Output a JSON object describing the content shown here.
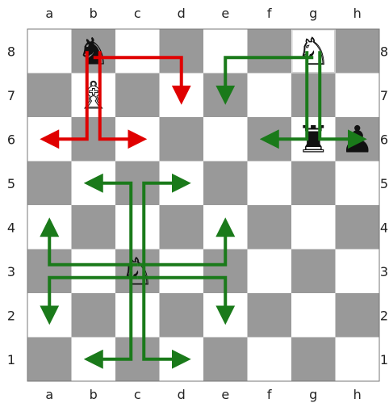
{
  "board": {
    "files": [
      "a",
      "b",
      "c",
      "d",
      "e",
      "f",
      "g",
      "h"
    ],
    "ranks": [
      "8",
      "7",
      "6",
      "5",
      "4",
      "3",
      "2",
      "1"
    ],
    "light_color": "#ffffff",
    "dark_color": "#999999",
    "pieces": [
      {
        "square": "b8",
        "color": "black",
        "type": "knight",
        "glyph": "♞",
        "name": "black-knight-b8"
      },
      {
        "square": "b7",
        "color": "white",
        "type": "bishop",
        "glyph": "♗",
        "name": "white-bishop-b7"
      },
      {
        "square": "g8",
        "color": "white",
        "type": "knight",
        "glyph": "♘",
        "name": "white-knight-g8"
      },
      {
        "square": "g6",
        "color": "black",
        "type": "rook",
        "glyph": "♜",
        "name": "black-rook-g6"
      },
      {
        "square": "h6",
        "color": "black",
        "type": "pawn",
        "glyph": "♟",
        "name": "black-pawn-h6"
      },
      {
        "square": "c3",
        "color": "white",
        "type": "knight",
        "glyph": "♘",
        "name": "white-knight-c3"
      }
    ],
    "arrows": [
      {
        "name": "arrow-b8-a6",
        "color": "#e00000",
        "from": "b8",
        "to": "a6",
        "kind": "blocked-move"
      },
      {
        "name": "arrow-b8-c6",
        "color": "#e00000",
        "from": "b8",
        "to": "c6",
        "kind": "blocked-move"
      },
      {
        "name": "arrow-b8-d7",
        "color": "#e00000",
        "from": "b8",
        "to": "d7",
        "kind": "blocked-move"
      },
      {
        "name": "arrow-g8-e7",
        "color": "#1a7a1a",
        "from": "g8",
        "to": "e7",
        "kind": "legal-move"
      },
      {
        "name": "arrow-g8-f6",
        "color": "#1a7a1a",
        "from": "g8",
        "to": "f6",
        "kind": "legal-move"
      },
      {
        "name": "arrow-g8-h6",
        "color": "#1a7a1a",
        "from": "g8",
        "to": "h6",
        "kind": "legal-move"
      },
      {
        "name": "arrow-c3-b5",
        "color": "#1a7a1a",
        "from": "c3",
        "to": "b5",
        "kind": "legal-move"
      },
      {
        "name": "arrow-c3-d5",
        "color": "#1a7a1a",
        "from": "c3",
        "to": "d5",
        "kind": "legal-move"
      },
      {
        "name": "arrow-c3-a4",
        "color": "#1a7a1a",
        "from": "c3",
        "to": "a4",
        "kind": "legal-move"
      },
      {
        "name": "arrow-c3-a2",
        "color": "#1a7a1a",
        "from": "c3",
        "to": "a2",
        "kind": "legal-move"
      },
      {
        "name": "arrow-c3-e4",
        "color": "#1a7a1a",
        "from": "c3",
        "to": "e4",
        "kind": "legal-move"
      },
      {
        "name": "arrow-c3-e2",
        "color": "#1a7a1a",
        "from": "c3",
        "to": "e2",
        "kind": "legal-move"
      },
      {
        "name": "arrow-c3-b1",
        "color": "#1a7a1a",
        "from": "c3",
        "to": "b1",
        "kind": "legal-move"
      },
      {
        "name": "arrow-c3-d1",
        "color": "#1a7a1a",
        "from": "c3",
        "to": "d1",
        "kind": "legal-move"
      }
    ]
  }
}
